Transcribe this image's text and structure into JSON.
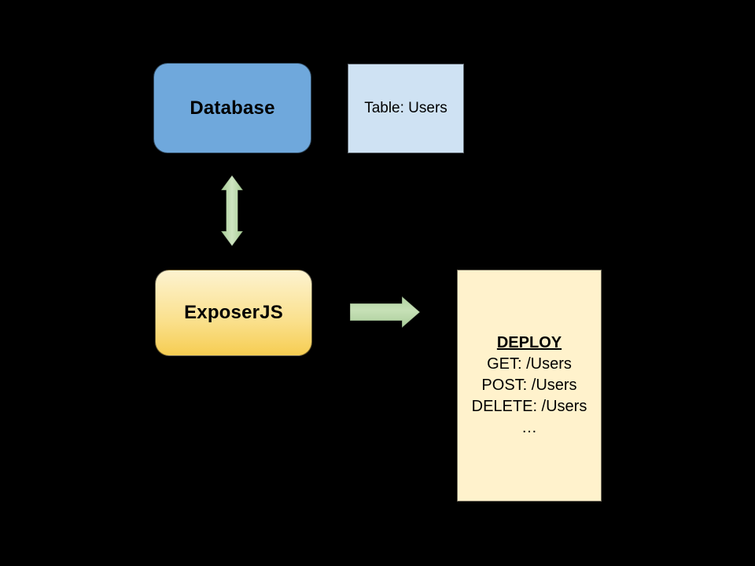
{
  "canvas": {
    "background": "#000000"
  },
  "nodes": {
    "database": {
      "label": "Database",
      "fill": "#6FA8DC",
      "shape": "rounded-rectangle"
    },
    "table": {
      "label": "Table: Users",
      "fill": "#CFE2F3",
      "shape": "rectangle"
    },
    "exposer": {
      "label": "ExposerJS",
      "fill_top": "#FDF3D0",
      "fill_bottom": "#F6CD52",
      "shape": "rounded-rectangle"
    },
    "deploy": {
      "title": "DEPLOY",
      "lines": [
        "GET: /Users",
        "POST: /Users",
        "DELETE: /Users",
        "…"
      ],
      "fill": "#FFF2CC",
      "shape": "rectangle"
    }
  },
  "arrows": {
    "db_exposer": {
      "type": "double-headed-vertical",
      "color": "#B6D7A8",
      "connects": [
        "Database",
        "ExposerJS"
      ]
    },
    "exposer_deploy": {
      "type": "right",
      "color": "#B6D7A8",
      "connects": [
        "ExposerJS",
        "DEPLOY"
      ]
    }
  }
}
